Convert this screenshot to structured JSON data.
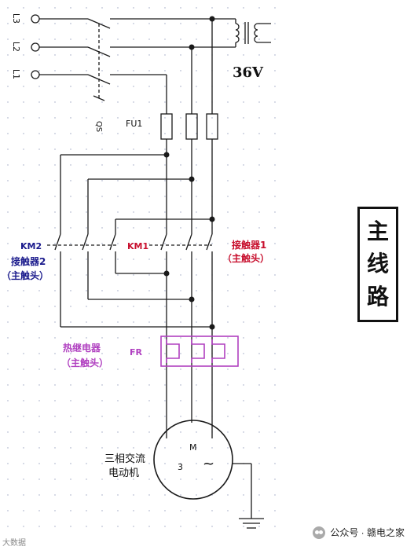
{
  "diagram": {
    "terminals": [
      "L3",
      "L2",
      "L1"
    ],
    "transformer_voltage": "36V",
    "switch_label": "QS",
    "fuse_label": "FU1",
    "km1_label": "KM1",
    "km1_name": "接触器1",
    "km1_sub": "（主触头）",
    "km2_label": "KM2",
    "km2_name": "接触器2",
    "km2_sub": "（主触头）",
    "relay_name": "热继电器",
    "relay_sub": "（主触头）",
    "relay_label": "FR",
    "motor_name_line1": "三相交流",
    "motor_name_line2": "电动机",
    "motor_letter": "M",
    "motor_phase": "3",
    "motor_ac_symbol": "~",
    "colors": {
      "wire": "#1a1a1a",
      "label_blue": "#1a1a8c",
      "label_red": "#c8102e",
      "label_purple": "#b040c0",
      "relay_box": "#b040c0",
      "grid_dot": "#9aa3c0"
    }
  },
  "title_box": {
    "chars": [
      "主",
      "线",
      "路"
    ]
  },
  "watermark": {
    "text": "公众号 · 赣电之家",
    "corner_text": "大数据"
  }
}
